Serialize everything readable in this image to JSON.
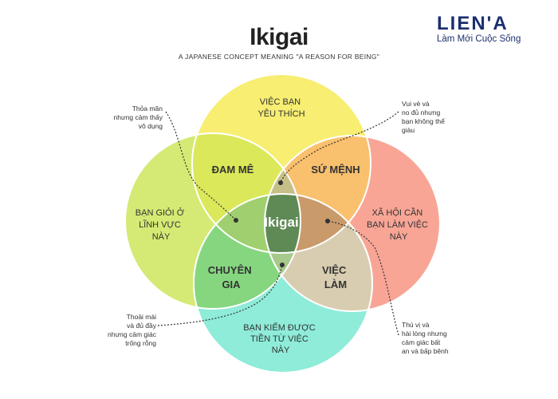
{
  "header": {
    "title": "Ikigai",
    "subtitle": "A JAPANESE CONCEPT MEANING \"A REASON FOR BEING\""
  },
  "brand": {
    "name": "LIEN'A",
    "tagline": "Làm Mới Cuộc Sống"
  },
  "colors": {
    "top": "#f7ee72",
    "left": "#d4ea74",
    "right": "#f8a596",
    "bottom": "#8eecd8",
    "center": "#5f8a55",
    "brand": "#1c2f6e"
  },
  "circles": {
    "top": [
      "VIỆC BẠN",
      "YÊU THÍCH"
    ],
    "left": [
      "BẠN GIỎI Ở",
      "LĨNH VỰC",
      "NÀY"
    ],
    "right": [
      "XÃ HỘI CẦN",
      "BẠN LÀM VIỆC",
      "NÀY"
    ],
    "bottom": [
      "BẠN KIẾM ĐƯỢC",
      "TIỀN TỪ VIỆC",
      "NÀY"
    ]
  },
  "regions": {
    "passion": [
      "ĐAM MÊ"
    ],
    "mission": [
      "SỨ MỆNH"
    ],
    "profession": [
      "CHUYÊN",
      "GIA"
    ],
    "vocation": [
      "VIỆC",
      "LÀM"
    ],
    "center": "Ikigai"
  },
  "notes": {
    "top_left": [
      "Thỏa mãn",
      "nhưng cảm thấy",
      "vô dụng"
    ],
    "top_right": [
      "Vui vẻ và",
      "no đủ nhưng",
      "bạn không thể",
      "giàu"
    ],
    "bottom_left": [
      "Thoải mái",
      "và đủ đầy",
      "nhưng cảm giác",
      "trống rỗng"
    ],
    "bottom_right": [
      "Thú vị và",
      "hài lòng nhưng",
      "cảm giác bất",
      "an và bấp bênh"
    ]
  }
}
